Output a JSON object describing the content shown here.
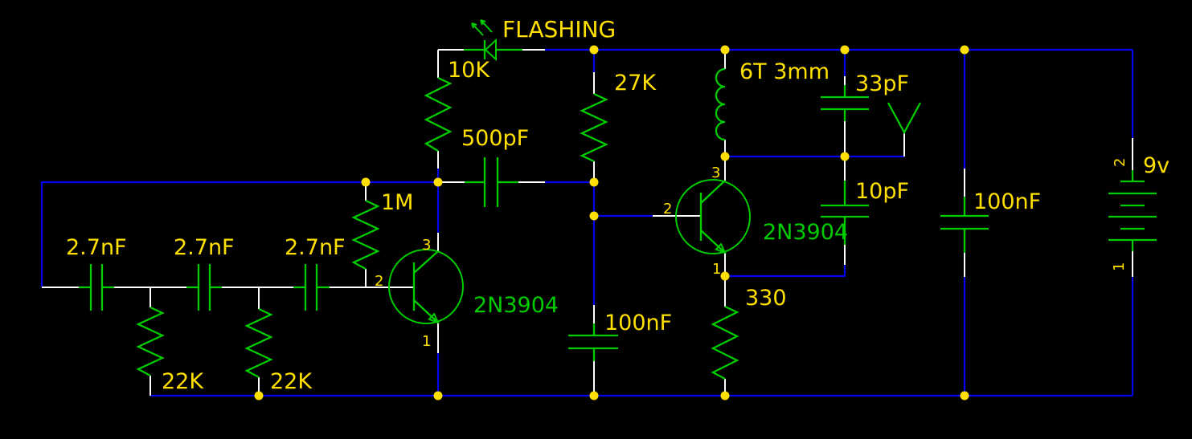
{
  "colors": {
    "background": "#000000",
    "wire_blue": "#0404F0",
    "lead_white": "#FFFFFF",
    "component_green": "#00CC00",
    "value_yellow": "#FFE000",
    "junction_yellow": "#FFE000"
  },
  "schematic": {
    "annotation": "FLASHING",
    "resistors": {
      "r10k": "10K",
      "r27k": "27K",
      "r1m": "1M",
      "r22k_a": "22K",
      "r22k_b": "22K",
      "r330": "330"
    },
    "capacitors": {
      "c1": "2.7nF",
      "c2": "2.7nF",
      "c3": "2.7nF",
      "c500p": "500pF",
      "c100n_mid": "100nF",
      "c33p": "33pF",
      "c10p": "10pF",
      "c100n_out": "100nF"
    },
    "inductor": "6T 3mm",
    "transistors": {
      "q1": "2N3904",
      "q2": "2N3904"
    },
    "battery": {
      "value": "9v",
      "pin_pos": "2",
      "pin_neg": "1"
    },
    "pins": {
      "q1_c": "3",
      "q1_b": "2",
      "q1_e": "1",
      "q2_c": "3",
      "q2_b": "2",
      "q2_e": "1"
    }
  }
}
